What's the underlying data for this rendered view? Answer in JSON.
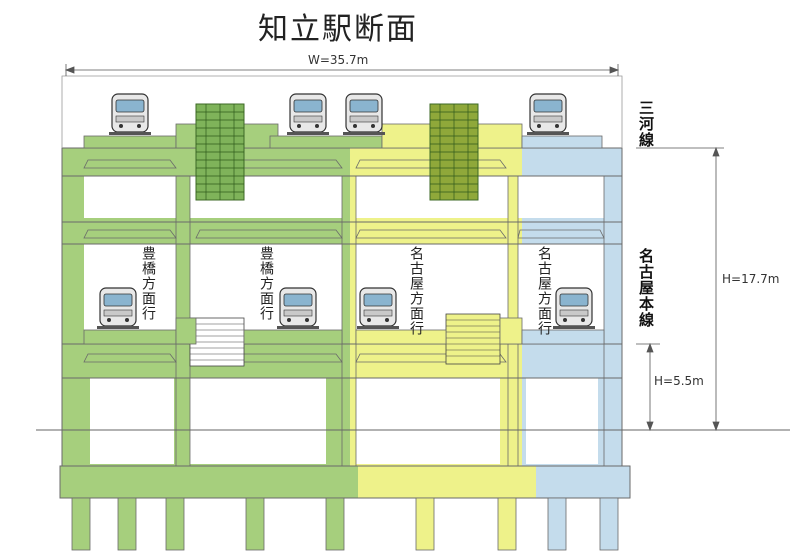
{
  "title": "知立駅断面",
  "dimensions": {
    "width_label": "W=35.7m",
    "height_label": "H=17.7m",
    "ground_height_label": "H=5.5m"
  },
  "lines": {
    "upper": "三河線",
    "lower": "名古屋本線"
  },
  "platform_labels": {
    "toyohashi_1": "豊橋方面行",
    "toyohashi_2": "豊橋方面行",
    "nagoya_1": "名古屋方面行",
    "nagoya_2": "名古屋方面行"
  },
  "colors": {
    "green": "#a6cf7d",
    "green_dark": "#7fb35a",
    "yellow": "#eef28a",
    "blue": "#c4dcec",
    "outline": "#555555"
  },
  "icons": [
    "train-front-icon",
    "stairs-icon",
    "escalator-icon"
  ]
}
